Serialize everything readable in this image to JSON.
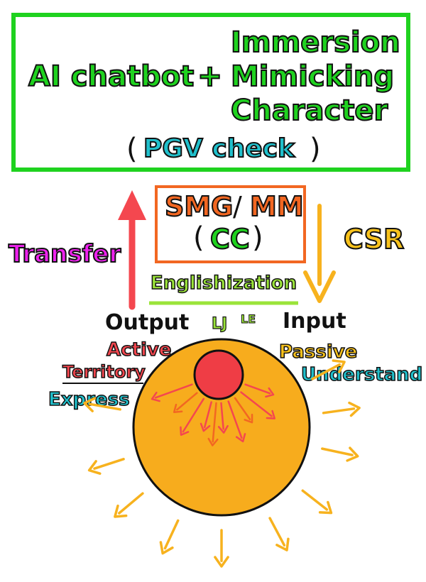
{
  "top_box": {
    "line1": "Immersion",
    "left": "AI chatbot",
    "plus": "+",
    "line2": "Mimicking",
    "line3": "Character",
    "paren_open": "(",
    "check": "PGV check",
    "paren_close": ")"
  },
  "center_box": {
    "smg": "SMG",
    "slash": "/",
    "mm": "MM",
    "paren_open": "(",
    "cc": "CC",
    "paren_close": ")"
  },
  "labels": {
    "transfer": "Transfer",
    "csr": "CSR",
    "englishization": "Englishization",
    "output": "Output",
    "input": "Input",
    "lj": "LJ",
    "le": "LE",
    "active": "Active",
    "territory": "Territory",
    "express": "Express",
    "passive": "Passive",
    "understand": "Understand"
  },
  "colors": {
    "green": "#1fd21f",
    "orange_box": "#f26722",
    "red_arrow": "#f4474f",
    "yellow_arrow": "#f7b21e",
    "sphere": "#f7ac1d",
    "core": "#ef3d45",
    "magenta": "#ee22ee",
    "cyan": "#20c0cc",
    "lime": "#9be43a",
    "yellow_text": "#f8c21c"
  }
}
